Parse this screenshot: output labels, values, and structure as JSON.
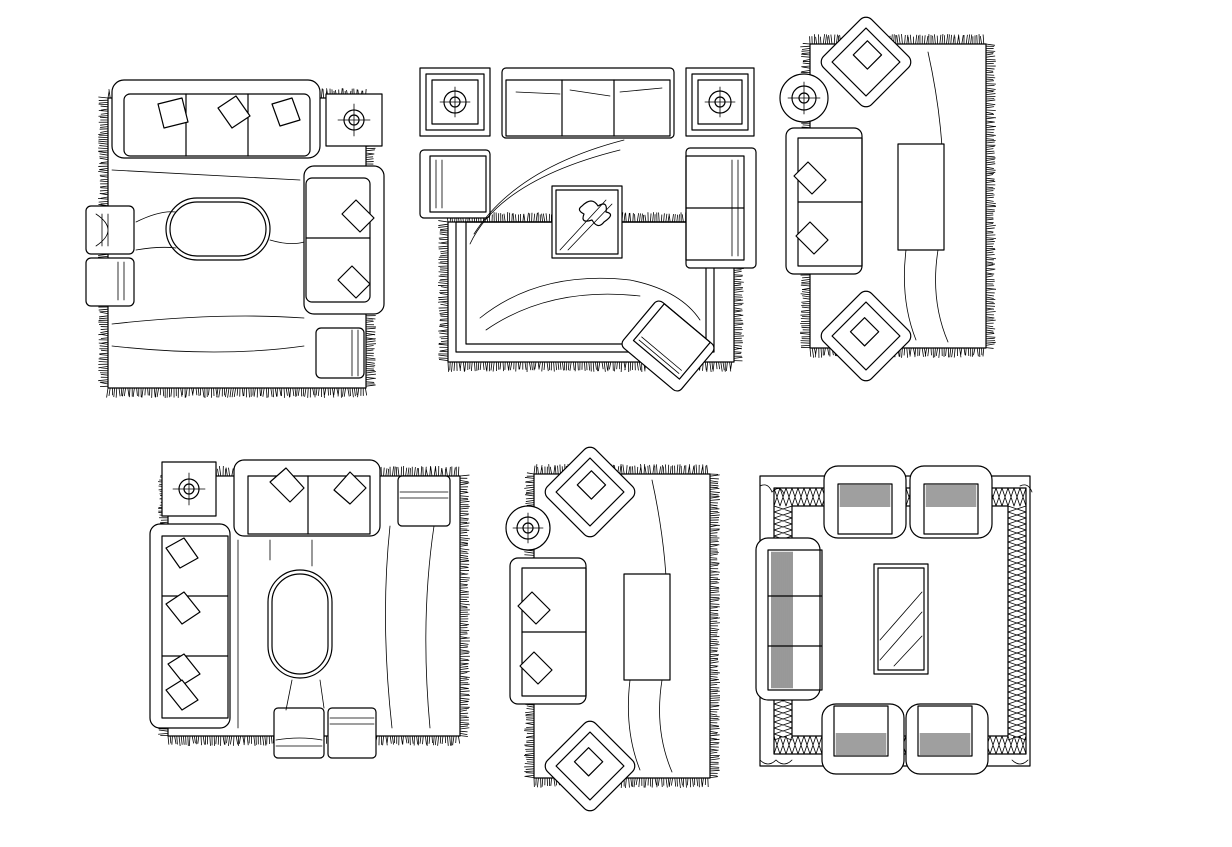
{
  "drawing": {
    "colors": {
      "line": "#000000",
      "background": "#ffffff"
    },
    "plans": [
      {
        "id": "plan-1",
        "layout": "sofa-set-with-oval-table"
      },
      {
        "id": "plan-2",
        "layout": "sofa-set-with-curved-rug"
      },
      {
        "id": "plan-3",
        "layout": "sofa-set-with-angled-armchairs"
      },
      {
        "id": "plan-4",
        "layout": "sofa-set-with-oval-table"
      },
      {
        "id": "plan-5",
        "layout": "sofa-set-with-angled-armchairs"
      },
      {
        "id": "plan-6",
        "layout": "sofa-set-with-patterned-rug"
      }
    ]
  }
}
